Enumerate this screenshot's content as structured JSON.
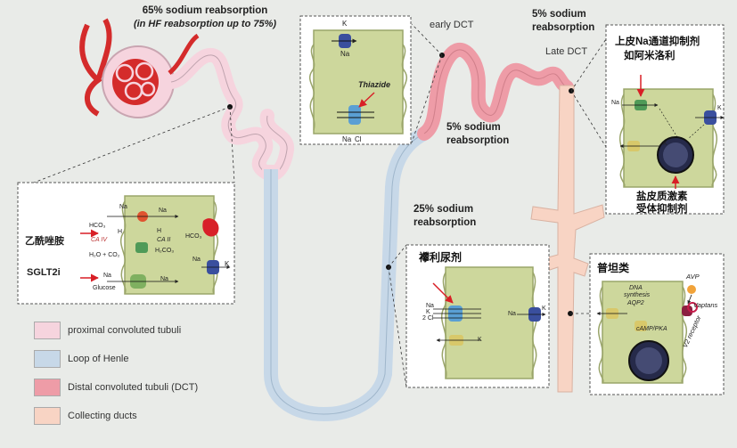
{
  "annotations": {
    "proximal_line1": "65% sodium reabsorption",
    "proximal_line2": "(in HF reabsorption up to 75%)",
    "early_dct": "early DCT",
    "late_dct": "Late DCT",
    "dct_5pct_line1": "5% sodium",
    "dct_5pct_line2": "reabsorption",
    "mid_5pct_line1": "5% sodium",
    "mid_5pct_line2": "reabsorption",
    "loop_line1": "25% sodium",
    "loop_line2": "reabsorption"
  },
  "panels": {
    "thiazide": {
      "ion_top": "K",
      "ion_na_top": "Na",
      "drug": "Thiazide",
      "ion_na": "Na",
      "ion_cl": "Cl"
    },
    "proximal": {
      "drug1": "乙酰唑胺",
      "drug2": "SGLT2i",
      "na1": "Na",
      "hco3_left": "HCO₃",
      "h_left": "H",
      "ca_iv": "CA IV",
      "h2o_co2": "H₂O + CO₂",
      "na_top": "Na",
      "h_mid": "H",
      "ca_ii": "CA II",
      "h2co3": "H₂CO₃",
      "hco3_right": "HCO₃",
      "na_right": "Na",
      "k_right": "K",
      "na_bottom": "Na",
      "glucose": "Glucose",
      "na_far": "Na"
    },
    "loop": {
      "title": "襻利尿剂",
      "na": "Na",
      "k": "K",
      "cl": "2 Cl",
      "k_bottom": "K",
      "na_right": "Na",
      "k_right": "K"
    },
    "collecting": {
      "title_line1": "上皮Na通道抑制剂",
      "title_line2": "如阿米洛利",
      "na": "Na",
      "k": "K",
      "k_right": "K",
      "bottom_line1": "盐皮质激素",
      "bottom_line2": "受体抑制剂"
    },
    "vasopressin": {
      "title": "普坦类",
      "dna_line1": "DNA",
      "dna_line2": "synthesis",
      "aqp2": "AQP2",
      "camp": "cAMP/PKA",
      "avp": "AVP",
      "vaptans": "Vaptans",
      "v2": "V2 receptor"
    }
  },
  "legend": [
    {
      "label": "proximal convoluted tubuli",
      "color": "#f6d4de"
    },
    {
      "label": "Loop of Henle",
      "color": "#c7d8e8"
    },
    {
      "label": "Distal convoluted tubuli (DCT)",
      "color": "#ee9ca7"
    },
    {
      "label": "Collecting ducts",
      "color": "#f8d4c4"
    }
  ],
  "colors": {
    "background": "#e9ebe8",
    "proximal": "#f6d4de",
    "loop": "#c7d8e8",
    "dct": "#ee9ca7",
    "collecting": "#f8d4c4",
    "cell": "#cdd79c",
    "glomerulus": "#d42b2b",
    "arrow": "#d81f26"
  },
  "icons": [
    "glomerulus-icon",
    "nucleus-icon",
    "transporter-icon",
    "arrow-icon"
  ]
}
